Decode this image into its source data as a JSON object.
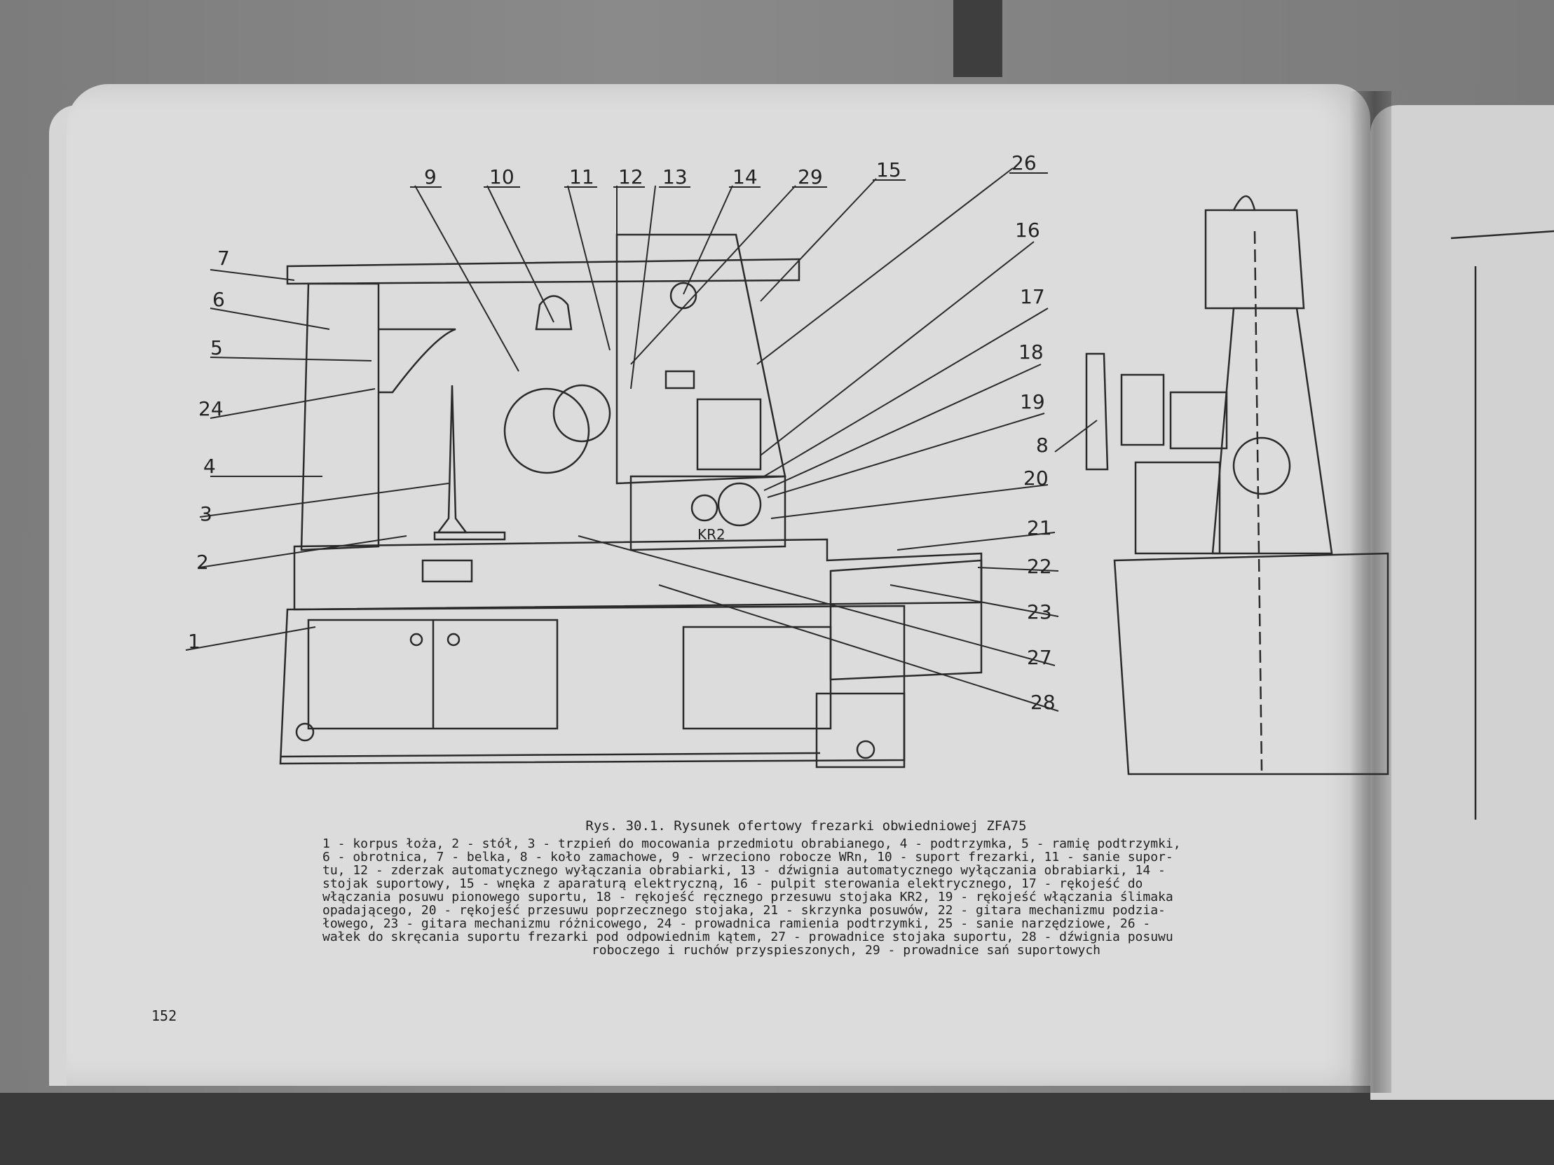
{
  "caption": {
    "title": "Rys. 30.1. Rysunek ofertowy frezarki obwiedniowej ZFA75",
    "lines": [
      "1 - korpus łoża, 2 - stół, 3 - trzpień do mocowania przedmiotu obrabianego, 4 - podtrzymka, 5 - ramię podtrzymki,",
      "6 - obrotnica, 7 - belka, 8 - koło zamachowe, 9 - wrzeciono robocze WRn, 10 - suport frezarki, 11 - sanie supor-",
      "tu, 12 - zderzak automatycznego wyłączania obrabiarki, 13 - dźwignia automatycznego wyłączania obrabiarki, 14 -",
      "stojak suportowy, 15 - wnęka z aparaturą elektryczną, 16 - pulpit sterowania elektrycznego, 17 - rękojeść do",
      "włączania posuwu pionowego suportu, 18 - rękojeść ręcznego przesuwu stojaka KR2, 19 - rękojeść włączania ślimaka",
      "opadającego, 20 - rękojeść przesuwu poprzecznego stojaka, 21 - skrzynka posuwów, 22 - gitara mechanizmu podzia-",
      "łowego, 23 - gitara mechanizmu różnicowego, 24 - prowadnica ramienia podtrzymki, 25 - sanie narzędziowe, 26 -",
      "wałek do skręcania suportu frezarki pod odpowiednim kątem, 27 - prowadnice stojaka suportu, 28 - dźwignia posuwu",
      "roboczego i ruchów przyspieszonych, 29 - prowadnice sań suportowych"
    ]
  },
  "page_number": "152",
  "drawing": {
    "plate_label": "KR2",
    "callouts_top": [
      "9",
      "10",
      "11",
      "12",
      "13",
      "14",
      "29",
      "15",
      "26"
    ],
    "callouts_left": [
      "7",
      "6",
      "5",
      "24",
      "4",
      "3",
      "2",
      "1"
    ],
    "callouts_right": [
      "16",
      "17",
      "18",
      "19",
      "20",
      "21",
      "22",
      "23",
      "27",
      "28"
    ],
    "callout_side_view": "8"
  }
}
